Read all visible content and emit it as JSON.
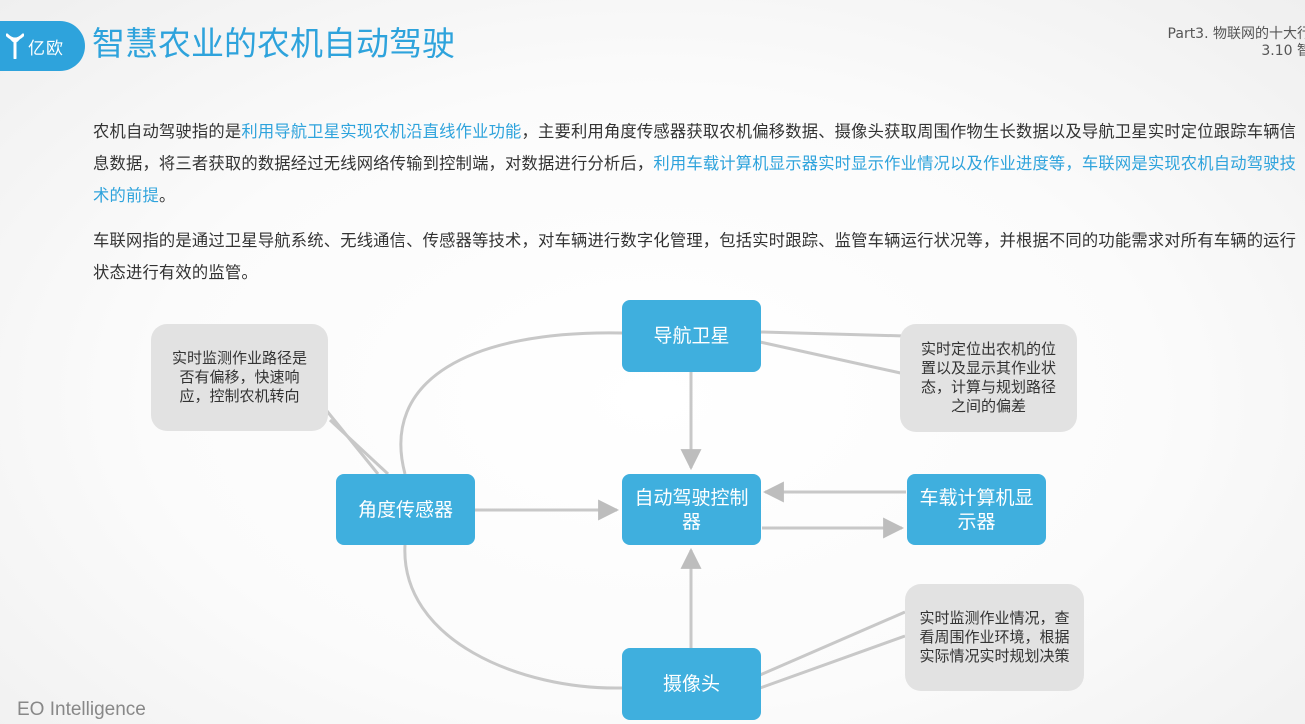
{
  "header": {
    "brand": "亿欧",
    "title": "智慧农业的农机自动驾驶",
    "part": "Part3. 物联网的十大行",
    "section": "3.10 智"
  },
  "body": {
    "para1": {
      "t1": "农机自动驾驶指的是",
      "h1": "利用导航卫星实现农机沿直线作业功能",
      "t2": "，主要利用角度传感器获取农机偏移数据、摄像头获取周围作物生长数据以及导航卫星实时定位跟踪车辆信息数据，将三者获取的数据经过无线网络传输到控制端，对数据进行分析后，",
      "h2": "利用车载计算机显示器实时显示作业情况以及作业进度等，车联网是实现农机自动驾驶技术的前提",
      "t3": "。"
    },
    "para2": "车联网指的是通过卫星导航系统、无线通信、传感器等技术，对车辆进行数字化管理，包括实时跟踪、监管车辆运行状况等，并根据不同的功能需求对所有车辆的运行状态进行有效的监管。"
  },
  "diagram": {
    "nodes": {
      "satellite": "导航卫星",
      "controller": "自动驾驶控制器",
      "sensor": "角度传感器",
      "display": "车载计算机显示器",
      "camera": "摄像头"
    },
    "notes": {
      "sensor": "实时监测作业路径是否有偏移，快速响应，控制农机转向",
      "satellite": "实时定位出农机的位置以及显示其作业状态，计算与规划路径之间的偏差",
      "camera": "实时监测作业情况，查看周围作业环境，根据实际情况实时规划决策"
    }
  },
  "footer": {
    "brand": "EO Intelligence"
  },
  "colors": {
    "accent": "#2ea3dc",
    "node": "#3fafde",
    "note": "#e2e2e2",
    "connector": "#c8c8c8"
  }
}
